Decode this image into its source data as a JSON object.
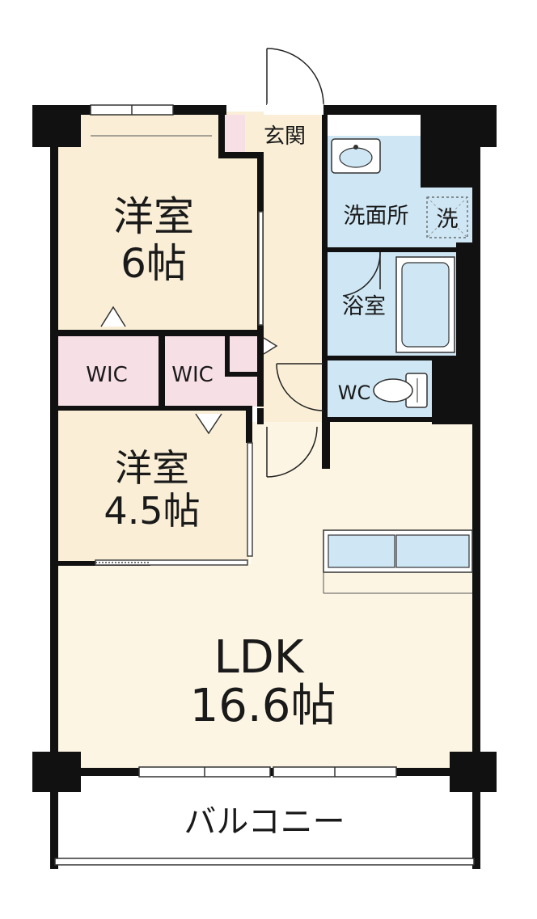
{
  "rooms": {
    "western_room_1": {
      "name": "洋室",
      "size": "6帖"
    },
    "western_room_2": {
      "name": "洋室",
      "size": "4.5帖"
    },
    "ldk": {
      "name": "LDK",
      "size": "16.6帖"
    },
    "wic_left": "WIC",
    "wic_right": "WIC",
    "entrance": "玄関",
    "washroom": "洗面所",
    "washer": "洗",
    "bath": "浴室",
    "toilet": "WC",
    "balcony": "バルコニー"
  },
  "colors": {
    "western_room": "#faefd6",
    "ldk": "#fcf5e3",
    "wic": "#f7dfe6",
    "wet_area": "#cfe7f4",
    "wall": "#111111"
  }
}
